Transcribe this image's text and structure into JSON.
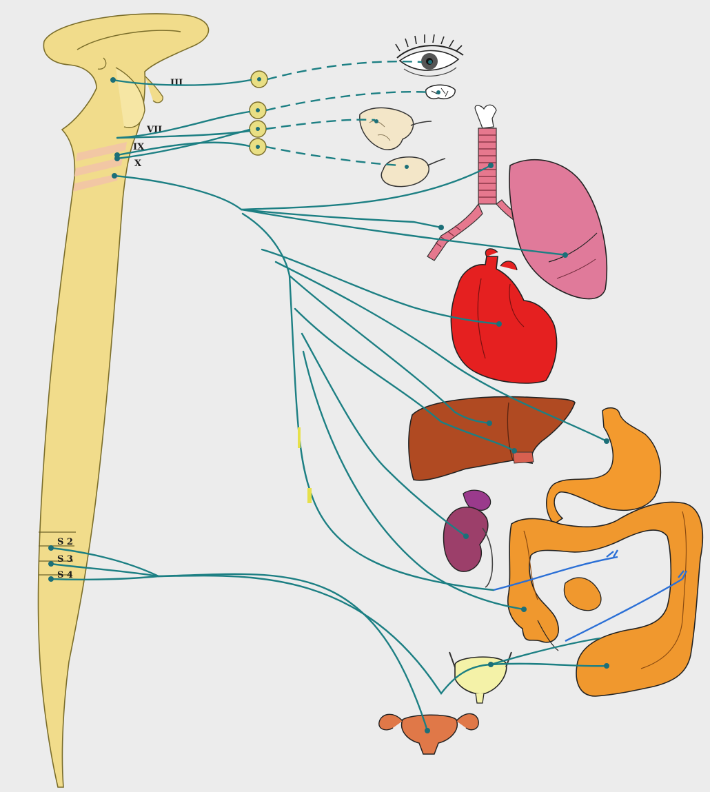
{
  "colors": {
    "background": "#ececec",
    "nerve": "#1c7f83",
    "nerve_blue": "#2a6fd6",
    "spinal_cord": "#f1dc8b",
    "spinal_outline": "#7a6d2a",
    "ganglion": "#e9df84",
    "lung": "#e07a9a",
    "heart": "#e52020",
    "liver": "#b04a22",
    "stomach": "#f39a2e",
    "intestine": "#f0982e",
    "kidney": "#9c3f6a",
    "adrenal": "#9a3a8c",
    "bladder": "#f4f2a8",
    "uterus": "#e07848",
    "trachea": "#e6788e",
    "gland": "#f3e6c8"
  },
  "labels": {
    "cn3": "III",
    "cn7": "VII",
    "cn9": "IX",
    "cn10": "X",
    "s2": "S 2",
    "s3": "S 3",
    "s4": "S 4"
  },
  "icons": [
    "eye-icon",
    "lacrimal-gland-icon",
    "parotid-gland-icon",
    "submandibular-gland-icon",
    "trachea-icon",
    "lungs-icon",
    "heart-icon",
    "liver-icon",
    "stomach-icon",
    "kidney-icon",
    "intestines-icon",
    "bladder-icon",
    "uterus-icon"
  ]
}
